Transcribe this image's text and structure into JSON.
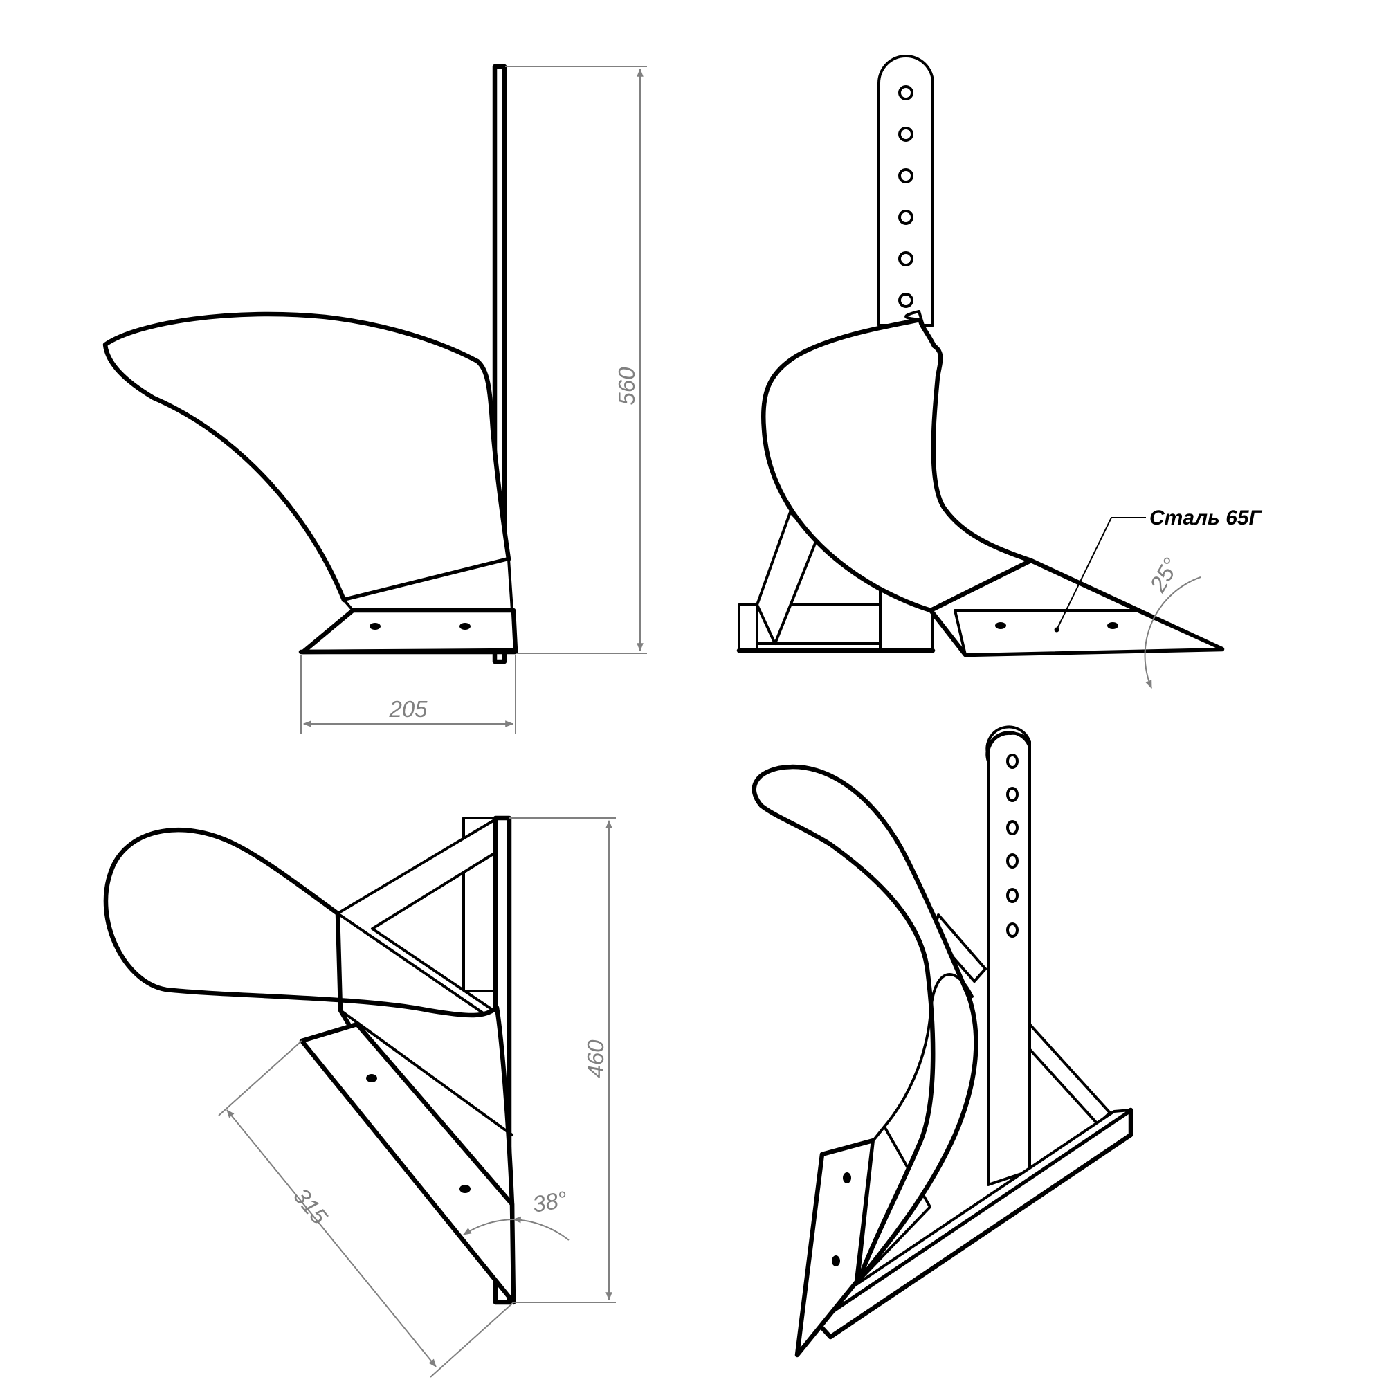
{
  "dimensions": {
    "height_front": "560",
    "width_front": "205",
    "height_plan": "460",
    "share_length": "315",
    "share_angle": "38°",
    "blade_angle": "25°"
  },
  "material_note": "Сталь 65Г",
  "colors": {
    "outline": "#000000",
    "dimension": "#808080",
    "background": "#ffffff"
  }
}
